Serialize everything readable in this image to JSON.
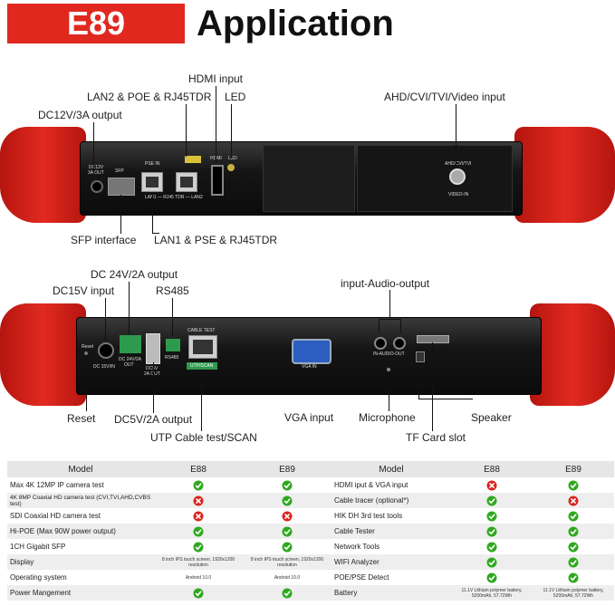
{
  "header": {
    "badge": "E89",
    "title": "Application"
  },
  "top_view": {
    "callouts": {
      "hdmi": "HDMI input",
      "lan2": "LAN2 & POE & RJ45TDR",
      "led": "LED",
      "dc12": "DC12V/3A output",
      "ahd": "AHD/CVI/TVI/Video input",
      "sfp": "SFP interface",
      "lan1": "LAN1 & PSE & RJ45TDR"
    },
    "device_labels": {
      "dc12v": "DC12V",
      "dc3a": "3A OUT",
      "sfp": "SFP",
      "pse_in": "PSE IN",
      "lan_bar": "LAN1 — RJ45 TDR — LAN2",
      "hdmi": "HDMI",
      "led": "LED",
      "ahd": "AHD/CVI/TVI",
      "video_in": "VIDEO-IN"
    }
  },
  "bottom_view": {
    "callouts": {
      "dc24": "DC 24V/2A output",
      "audio": "input-Audio-output",
      "dc15": "DC15V input",
      "rs485": "RS485",
      "reset": "Reset",
      "dc5": "DC5V/2A output",
      "vga": "VGA input",
      "mic": "Microphone",
      "speaker": "Speaker",
      "utp": "UTP Cable test/SCAN",
      "tf": "TF Card slot"
    },
    "device_labels": {
      "reset": "Reset",
      "dc15": "DC 15V/IN",
      "dc24": "DC 24V/2A",
      "out": "OUT",
      "dc5": "DC5V",
      "dc5b": "2A OUT",
      "rs485": "RS485",
      "cable_test": "CABLE TEST",
      "utp_scan": "UTP/SCAN",
      "vga": "VGA IN",
      "audio": "IN-AUDIO-OUT"
    }
  },
  "table": {
    "headers": [
      "Model",
      "E88",
      "E89",
      "Model",
      "E88",
      "E89"
    ],
    "rows": [
      {
        "left": "Max 4K 12MP IP camera test",
        "l88": "yes",
        "l89": "yes",
        "right": "HDMI iput & VGA input",
        "r88": "no",
        "r89": "yes"
      },
      {
        "left": "4K 8MP Coaxial HD camera test (CVI,TVI,AHD,CVBS test)",
        "l88": "no",
        "l89": "yes",
        "right": "Cable tracer (optional*)",
        "r88": "yes",
        "r89": "no"
      },
      {
        "left": "SDI Coaxial HD camera test",
        "l88": "no",
        "l89": "no",
        "right": "HIK DH 3rd test tools",
        "r88": "yes",
        "r89": "yes"
      },
      {
        "left": "Hi-POE (Max 90W power output)",
        "l88": "yes",
        "l89": "yes",
        "right": "Cable Tester",
        "r88": "yes",
        "r89": "yes"
      },
      {
        "left": "1CH Gigabit SFP",
        "l88": "yes",
        "l89": "yes",
        "right": "Network Tools",
        "r88": "yes",
        "r89": "yes"
      },
      {
        "left": "Display",
        "l88": "8 inch IPS touch screen, 1920x1200 resolution",
        "l89": "8 inch IPS touch screen, 1920x1200 resolution",
        "right": "WIFI Analyzer",
        "r88": "yes",
        "r89": "yes"
      },
      {
        "left": "Operating system",
        "l88": "Android 10.0",
        "l89": "Android 10.0",
        "right": "POE/PSE Detect",
        "r88": "yes",
        "r89": "yes"
      },
      {
        "left": "Power Mangement",
        "l88": "yes",
        "l89": "yes",
        "right": "Battery",
        "r88": "11.1V Lithium polymer battery, 5200mAh, 57.72Wh",
        "r89": "11.1V Lithium polymer battery, 5200mAh, 57.72Wh"
      }
    ]
  },
  "colors": {
    "accent": "#e0281e",
    "check": "#2fa81f",
    "cross": "#d8261d",
    "device": "#1a1a1a",
    "handle": "#d6231b"
  }
}
